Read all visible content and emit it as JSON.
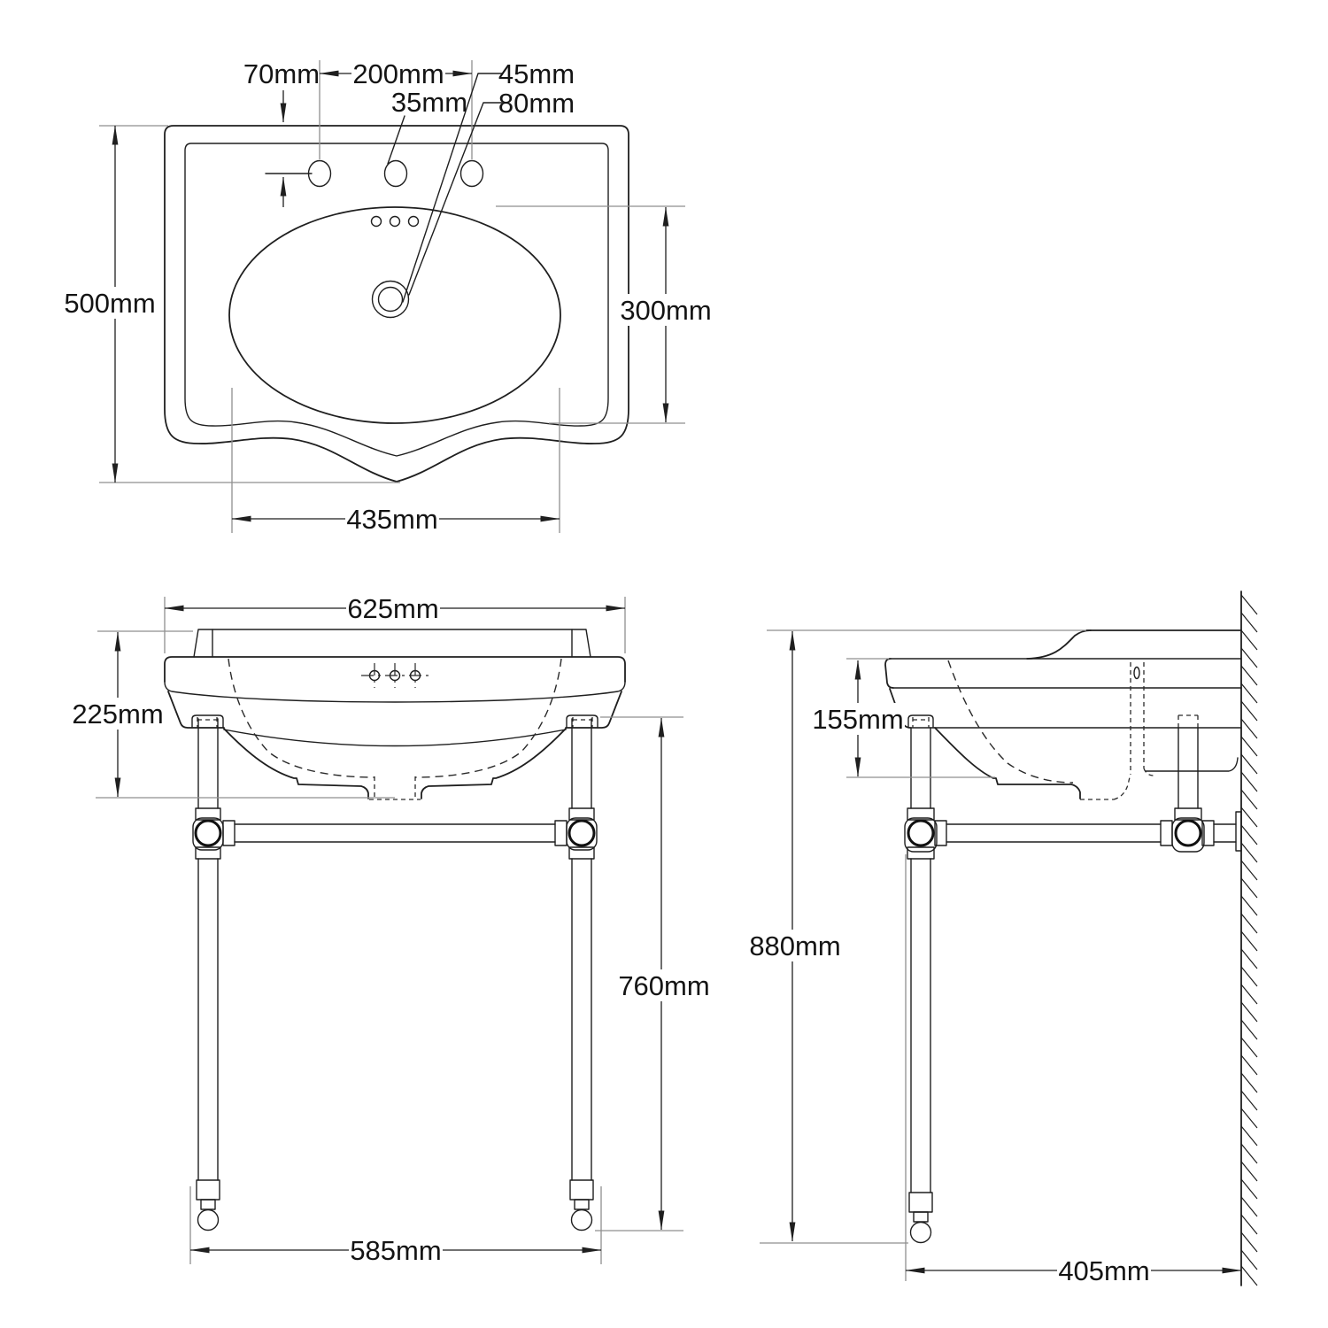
{
  "meta": {
    "drawing_type": "bathroom console basin technical dimension drawing",
    "ink_color": "#1f1f1f",
    "extension_line_color": "#8f8f8f",
    "background_color": "#ffffff"
  },
  "dimension_labels": {
    "top_view": {
      "hole_edge_offset": "70mm",
      "tap_hole_spacing": "200mm",
      "tap_hole_diameter": "35mm",
      "waste_inner_diameter": "45mm",
      "waste_outer_diameter": "80mm",
      "overall_depth": "500mm",
      "bowl_depth": "300mm",
      "bowl_width": "435mm"
    },
    "front_view": {
      "overall_width": "625mm",
      "basin_height": "225mm",
      "stand_height": "760mm",
      "leg_spacing": "585mm"
    },
    "side_view": {
      "bowl_inner_depth": "155mm",
      "overall_height": "880mm",
      "stand_depth_to_wall": "405mm"
    }
  }
}
